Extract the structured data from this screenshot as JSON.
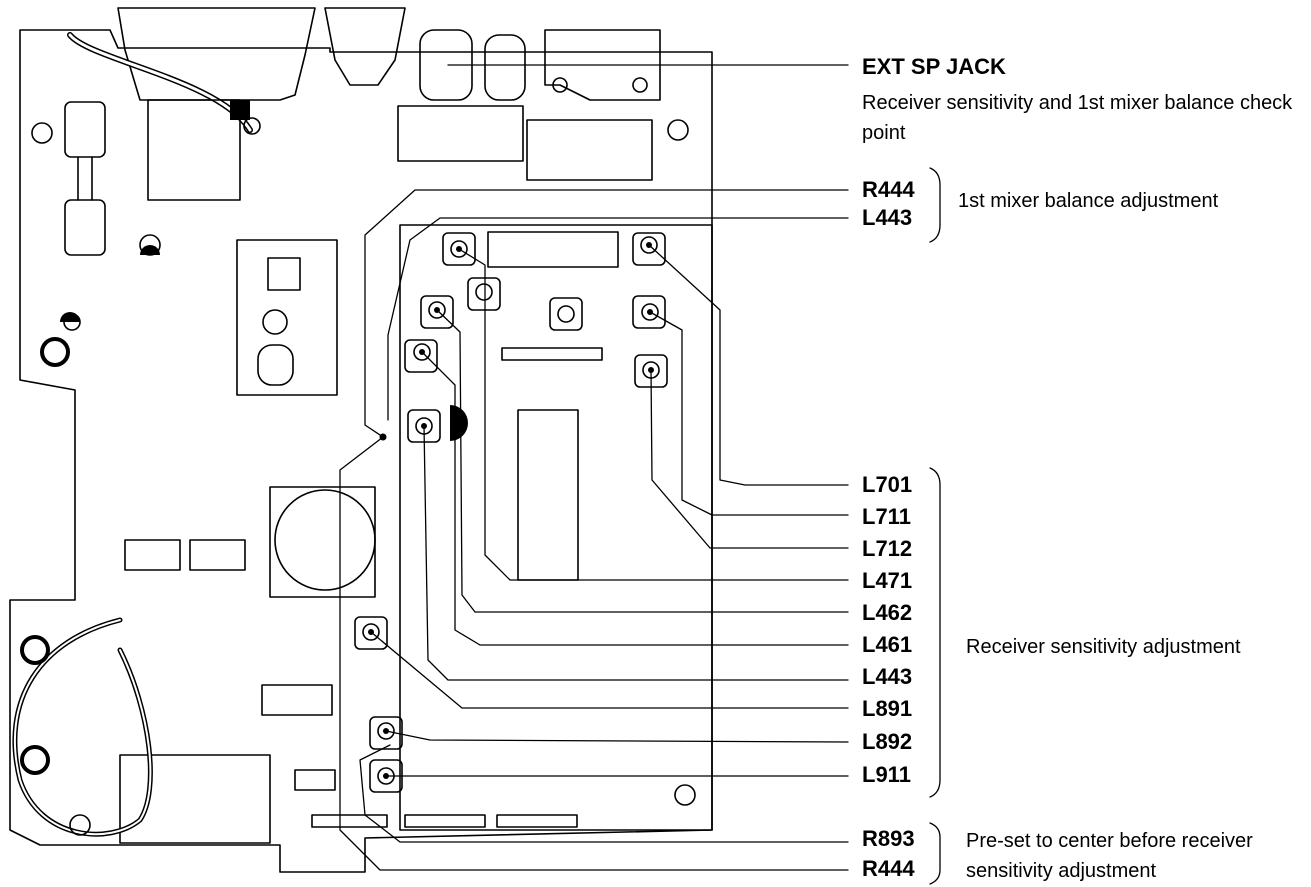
{
  "title": "EXT SP JACK",
  "ext_sp_desc": "Receiver sensitivity and 1st mixer balance check point",
  "groups": {
    "mixer_balance": "1st mixer balance adjustment",
    "receiver_sensitivity": "Receiver sensitivity adjustment",
    "preset": "Pre-set to center before receiver sensitivity adjustment"
  },
  "labels": [
    "R444",
    "L443",
    "L701",
    "L711",
    "L712",
    "L471",
    "L462",
    "L461",
    "L443",
    "L891",
    "L892",
    "L911",
    "R893",
    "R444"
  ]
}
